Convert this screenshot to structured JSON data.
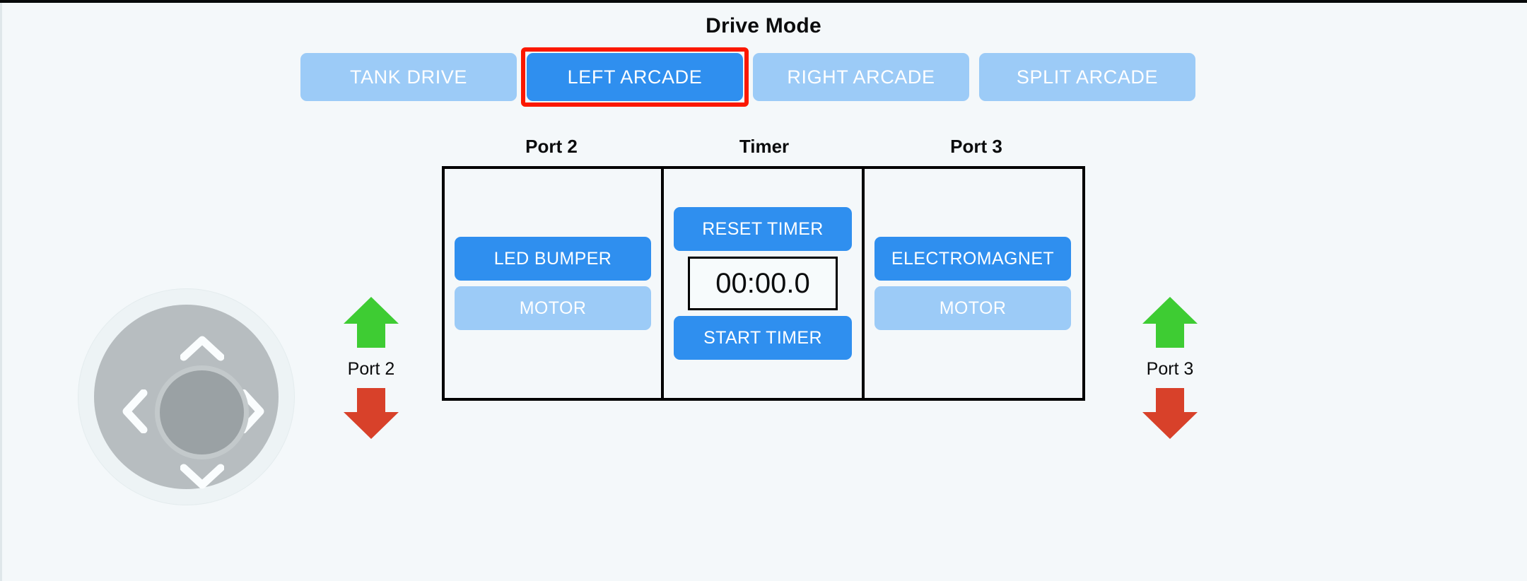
{
  "header": {
    "title": "Drive Mode"
  },
  "drive_modes": {
    "selected_index": 1,
    "highlight_color": "#fb1800",
    "active_color": "#2f8fef",
    "inactive_color": "#9ccbf7",
    "items": [
      {
        "label": "TANK DRIVE",
        "selected": false
      },
      {
        "label": "LEFT ARCADE",
        "selected": true
      },
      {
        "label": "RIGHT ARCADE",
        "selected": false
      },
      {
        "label": "SPLIT ARCADE",
        "selected": false
      }
    ]
  },
  "panel": {
    "columns": [
      {
        "heading": "Port 2",
        "buttons": [
          {
            "label": "LED BUMPER",
            "state": "on"
          },
          {
            "label": "MOTOR",
            "state": "off"
          }
        ]
      },
      {
        "heading": "Timer",
        "reset_label": "RESET TIMER",
        "start_label": "START TIMER",
        "display": "00:00.0"
      },
      {
        "heading": "Port 3",
        "buttons": [
          {
            "label": "ELECTROMAGNET",
            "state": "on"
          },
          {
            "label": "MOTOR",
            "state": "off"
          }
        ]
      }
    ]
  },
  "joystick": {
    "name": "dpad-joystick",
    "directions": [
      "up",
      "right",
      "down",
      "left"
    ],
    "disc_color": "#b7bdc0",
    "knob_color": "#9aa1a4"
  },
  "side_controls": {
    "up_arrow_color": "#3ecc33",
    "down_arrow_color": "#d8412a",
    "left": {
      "label": "Port 2"
    },
    "right": {
      "label": "Port 3"
    }
  },
  "icons": {
    "chevron-up": "up chevron",
    "chevron-down": "down chevron",
    "chevron-left": "left chevron",
    "chevron-right": "right chevron",
    "arrow-up": "green up arrow",
    "arrow-down": "red down arrow"
  },
  "theme": {
    "background": "#f4f8fa",
    "text": "#0b0c0d",
    "panel_border": "#000000"
  }
}
